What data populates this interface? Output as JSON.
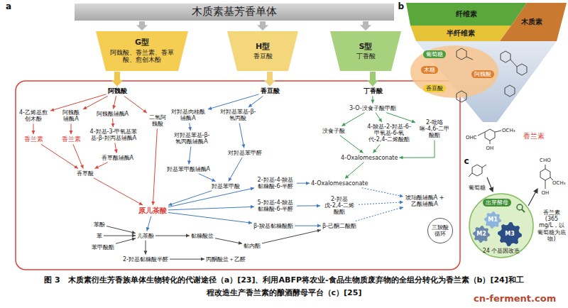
{
  "diagram": {
    "caption": "图 3　木质素衍生芳香族单体生物转化的代谢途径（a）[23]、利用ABFP将农业-食品生物质废弃物的全组分转化为香兰素（b）[24]和工程改造生产香兰素的酿酒酵母平台（c）[25]",
    "nodes": [
      {
        "text": [
          "木质素基芳香单体"
        ]
      },
      {
        "text": [
          "G型",
          "阿魏酸、香兰素、香草酸、愈创木酚"
        ]
      },
      {
        "text": [
          "H型",
          "香豆酸"
        ]
      },
      {
        "text": [
          "S型",
          "丁香酸"
        ]
      },
      {
        "text": [
          "阿魏酸"
        ]
      },
      {
        "text": [
          "香豆酸"
        ]
      },
      {
        "text": [
          "丁香酸"
        ]
      },
      {
        "text": [
          "4-乙烯基愈创木酚"
        ]
      },
      {
        "text": [
          "阿魏酰辅酶A"
        ]
      },
      {
        "text": [
          "阿魏酰辅酶A"
        ]
      },
      {
        "text": [
          "4-羟基-3-甲氧基苯基-β-羟丙基辅酶A"
        ]
      },
      {
        "text": [
          "二氢阿魏酸"
        ]
      },
      {
        "text": [
          "香兰素"
        ]
      },
      {
        "text": [
          "香兰素"
        ]
      },
      {
        "text": [
          "香草酰辅酶A"
        ]
      },
      {
        "text": [
          "香草酸"
        ]
      },
      {
        "text": [
          "原儿茶酸"
        ]
      },
      {
        "text": [
          "对羟基肉桂酰辅酶A"
        ]
      },
      {
        "text": [
          "对羟基苯基-β-氢丙酸"
        ]
      },
      {
        "text": [
          "对羟基苯基-β-氢丙酰辅酶A"
        ]
      },
      {
        "text": [
          "对羟基苯甲醛"
        ]
      },
      {
        "text": [
          "羟基苯甲酰辅酶A"
        ]
      },
      {
        "text": [
          "羟基苯甲酸"
        ]
      },
      {
        "text": [
          "3-O-没食子酸甲酯"
        ]
      },
      {
        "text": [
          "没食子酸"
        ]
      },
      {
        "text": [
          "4-羧基-2-羟基-6-甲氧基-6-氧代-2,4-二烯酸酯"
        ]
      },
      {
        "text": [
          "2-吡咯啉-4,6-二甲酸酯"
        ]
      },
      {
        "text": [
          "4-Oxalomesaconate"
        ]
      },
      {
        "text": [
          "2-羟基-4-羧基黏糠酸-6-半醛"
        ]
      },
      {
        "text": [
          "4-Oxalomesaconate"
        ]
      },
      {
        "text": [
          "5-羟基-4-羧基黏糠酸-6-半醛"
        ]
      },
      {
        "text": [
          "2-羟基戊-2,4-二烯酸酯"
        ]
      },
      {
        "text": [
          "β-羧基黏糠酸酯"
        ]
      },
      {
        "text": [
          "β-己酮二酸酯"
        ]
      },
      {
        "text": [
          "琥珀酰辅酶A + 乙酰辅酶A"
        ]
      },
      {
        "text": [
          "三羧酸循环"
        ]
      },
      {
        "text": [
          "苯酚"
        ]
      },
      {
        "text": [
          "苯"
        ]
      },
      {
        "text": [
          "苯甲酸酯"
        ]
      },
      {
        "text": [
          "儿茶酚"
        ]
      },
      {
        "text": [
          "黏糠酸盐"
        ]
      },
      {
        "text": [
          "黏内酯"
        ]
      },
      {
        "text": [
          "2-羟基黏糠酸半醛"
        ]
      },
      {
        "text": [
          "丙酮酸盐＋乙醛"
        ]
      },
      {
        "text": [
          "纤维素"
        ]
      },
      {
        "text": [
          "半纤维素"
        ]
      },
      {
        "text": [
          "木质素"
        ]
      },
      {
        "text": [
          "葡萄糖"
        ]
      },
      {
        "text": [
          "木糖"
        ]
      },
      {
        "text": [
          "香豆酸"
        ]
      },
      {
        "text": [
          "阿魏酸"
        ]
      },
      {
        "text": [
          "24 个基因改造"
        ]
      },
      {
        "text": [
          "出芽酵母"
        ],
        "in": 51
      },
      {
        "text": [
          "M1"
        ],
        "in": 51
      },
      {
        "text": [
          "M2"
        ],
        "in": 51
      },
      {
        "text": [
          "M3"
        ],
        "in": 51
      }
    ],
    "edges": [
      {
        "from": 0,
        "to": 1,
        "arrow": "to"
      },
      {
        "from": 0,
        "to": 2,
        "arrow": "to"
      },
      {
        "from": 0,
        "to": 3,
        "arrow": "to"
      },
      {
        "from": 1,
        "to": 4,
        "arrow": "to"
      },
      {
        "from": 2,
        "to": 5,
        "arrow": "to"
      },
      {
        "from": 3,
        "to": 6,
        "arrow": "to"
      },
      {
        "from": 4,
        "to": 7,
        "arrow": "to"
      },
      {
        "from": 4,
        "to": 8,
        "arrow": "to"
      },
      {
        "from": 4,
        "to": 9,
        "arrow": "to"
      },
      {
        "from": 4,
        "to": 11,
        "arrow": "to"
      },
      {
        "from": 7,
        "to": 12,
        "arrow": "to"
      },
      {
        "from": 8,
        "to": 13,
        "arrow": "to"
      },
      {
        "from": 9,
        "to": 10,
        "arrow": "to"
      },
      {
        "from": 10,
        "to": 14,
        "arrow": "to"
      },
      {
        "from": 12,
        "to": 15,
        "arrow": "to"
      },
      {
        "from": 13,
        "to": 15,
        "arrow": "to"
      },
      {
        "from": 14,
        "to": 15,
        "arrow": "to"
      },
      {
        "from": 15,
        "to": 16,
        "arrow": "to"
      },
      {
        "from": 11,
        "to": 16,
        "arrow": "to"
      },
      {
        "from": 5,
        "to": 17,
        "arrow": "to"
      },
      {
        "from": 5,
        "to": 18,
        "arrow": "to"
      },
      {
        "from": 17,
        "to": 19,
        "arrow": "to"
      },
      {
        "from": 18,
        "to": 20,
        "arrow": "to"
      },
      {
        "from": 19,
        "to": 21,
        "arrow": "to"
      },
      {
        "from": 20,
        "to": 22,
        "arrow": "to"
      },
      {
        "from": 21,
        "to": 22,
        "arrow": "to"
      },
      {
        "from": 22,
        "to": 16,
        "arrow": "to"
      },
      {
        "from": 6,
        "to": 23,
        "arrow": "to"
      },
      {
        "from": 23,
        "to": 24,
        "arrow": "to"
      },
      {
        "from": 23,
        "to": 25,
        "arrow": "to"
      },
      {
        "from": 23,
        "to": 26,
        "arrow": "to"
      },
      {
        "from": 24,
        "to": 27,
        "arrow": "to"
      },
      {
        "from": 25,
        "to": 27,
        "arrow": "to"
      },
      {
        "from": 26,
        "to": 27,
        "arrow": "to"
      },
      {
        "from": 27,
        "to": 29,
        "arrow": "to"
      },
      {
        "from": 16,
        "to": 28,
        "arrow": "to"
      },
      {
        "from": 16,
        "to": 30,
        "arrow": "to"
      },
      {
        "from": 16,
        "to": 32,
        "arrow": "to"
      },
      {
        "from": 28,
        "to": 29,
        "arrow": "to"
      },
      {
        "from": 30,
        "to": 31,
        "arrow": "to"
      },
      {
        "from": 32,
        "to": 33,
        "arrow": "to"
      },
      {
        "from": 29,
        "to": 34,
        "arrow": "to"
      },
      {
        "from": 31,
        "to": 34,
        "arrow": "to"
      },
      {
        "from": 33,
        "to": 34,
        "arrow": "to"
      },
      {
        "from": 36,
        "to": 39,
        "arrow": "to"
      },
      {
        "from": 37,
        "to": 39,
        "arrow": "to"
      },
      {
        "from": 38,
        "to": 39,
        "arrow": "to"
      },
      {
        "from": 16,
        "to": 39,
        "arrow": "to"
      },
      {
        "from": 39,
        "to": 40,
        "arrow": "to"
      },
      {
        "from": 40,
        "to": 41,
        "arrow": "to"
      },
      {
        "from": 41,
        "to": 33,
        "arrow": "to"
      },
      {
        "from": 39,
        "to": 42,
        "arrow": "to"
      },
      {
        "from": 42,
        "to": 43,
        "arrow": "to"
      }
    ],
    "labels": [
      "a",
      "b",
      "c",
      "OHC",
      "OCH₃",
      "OH",
      "香兰素",
      "葡萄糖",
      "CHO",
      "OCH₃",
      "OH",
      "香兰素 (365 mg/L，以葡萄糖为底物)",
      "cn-ferment.com"
    ]
  }
}
